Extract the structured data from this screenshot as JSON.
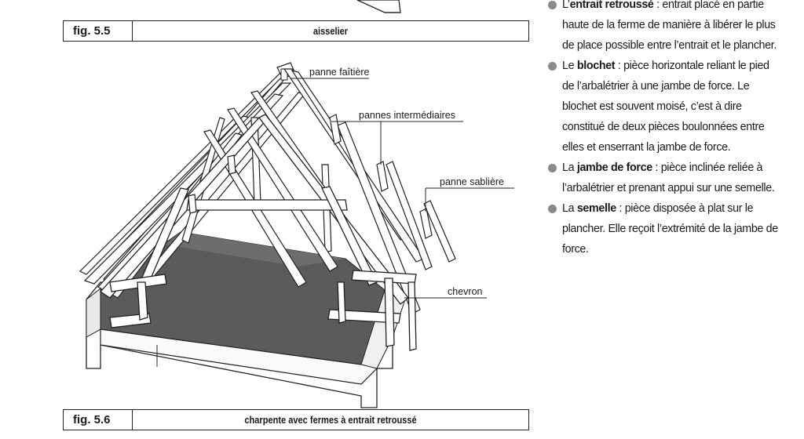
{
  "figures": [
    {
      "number": "fig. 5.5",
      "caption": "aisselier"
    },
    {
      "number": "fig. 5.6",
      "caption": "charpente avec fermes à entrait retroussé"
    }
  ],
  "labels": {
    "panne_faitiere": "panne faîtière",
    "pannes_intermediaires": "pannes intermédiaires",
    "panne_sabliere": "panne sablière",
    "chevron": "chevron"
  },
  "definitions": [
    {
      "prefix": "L’",
      "term": "entrait retroussé",
      "text": " : entrait placé en partie haute de la ferme de manière à libérer le plus de place possible entre l’entrait et le plancher."
    },
    {
      "prefix": "Le ",
      "term": "blochet",
      "text": " : pièce horizontale reliant le pied de l’arbalétrier à une jambe de force. Le blochet est souvent moisé, c’est à dire constitué de deux pièces boulon­nées entre elles et enserrant la jambe de force."
    },
    {
      "prefix": "La ",
      "term": "jambe de force",
      "text": " : pièce inclinée reliée à l’arbalétrier et prenant appui sur une semelle."
    },
    {
      "prefix": "La ",
      "term": "semelle",
      "text": " : pièce disposée à plat sur le plancher. Elle reçoit l’extrémité de la jambe de force."
    }
  ]
}
